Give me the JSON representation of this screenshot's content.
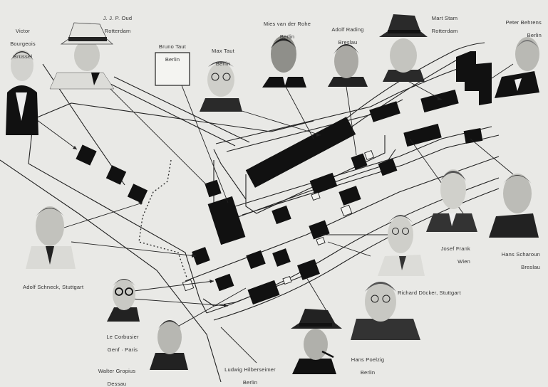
{
  "architects": [
    {
      "id": "bourgeois",
      "name": "Victor",
      "name2": "Bourgeois",
      "city": "Brüssel"
    },
    {
      "id": "oud",
      "name": "J. J. P. Oud",
      "city": "Rotterdam"
    },
    {
      "id": "btaut",
      "name": "Bruno Taut",
      "city": "Berlin"
    },
    {
      "id": "mtaut",
      "name": "Max Taut",
      "city": "Berlin"
    },
    {
      "id": "mies",
      "name": "Mies van der Rohe",
      "city": "Berlin"
    },
    {
      "id": "rading",
      "name": "Adolf Rading",
      "city": "Breslau"
    },
    {
      "id": "stam",
      "name": "Mart Stam",
      "city": "Rotterdam"
    },
    {
      "id": "behrens",
      "name": "Peter Behrens",
      "city": "Berlin"
    },
    {
      "id": "schneck",
      "name": "Adolf Schneck, Stuttgart"
    },
    {
      "id": "frank",
      "name": "Josef Frank",
      "city": "Wien"
    },
    {
      "id": "scharoun",
      "name": "Hans Scharoun",
      "city": "Breslau"
    },
    {
      "id": "docker",
      "name": "Richard Döcker, Stuttgart"
    },
    {
      "id": "corbusier",
      "name": "Le Corbusier",
      "city": "Genf · Paris"
    },
    {
      "id": "gropius",
      "name": "Walter Gropius",
      "city": "Dessau"
    },
    {
      "id": "hilberseimer",
      "name": "Ludwig Hilberseimer",
      "city": "Berlin"
    },
    {
      "id": "poelzig",
      "name": "Hans Poelzig",
      "city": "Berlin"
    }
  ],
  "colors": {
    "ink": "#111111",
    "paper": "#e9e9e6",
    "skin": "#d6d6d2",
    "line": "#2a2a2a"
  }
}
